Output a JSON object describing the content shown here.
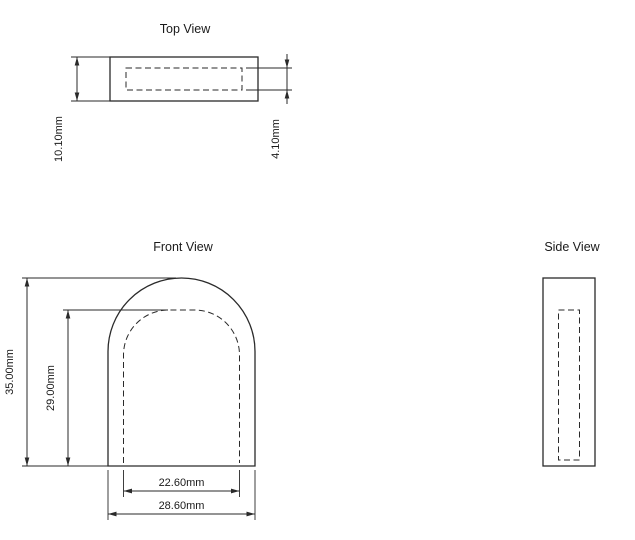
{
  "drawing": {
    "background_color": "#ffffff",
    "line_color": "#2a2a2a",
    "text_color": "#1a1a1a",
    "views": {
      "top": {
        "label": "Top View",
        "dimensions": {
          "outer_height": "10.10mm",
          "inner_height": "4.10mm"
        }
      },
      "front": {
        "label": "Front View",
        "dimensions": {
          "outer_height": "35.00mm",
          "inner_height": "29.00mm",
          "inner_width": "22.60mm",
          "outer_width": "28.60mm"
        }
      },
      "side": {
        "label": "Side View"
      }
    }
  }
}
